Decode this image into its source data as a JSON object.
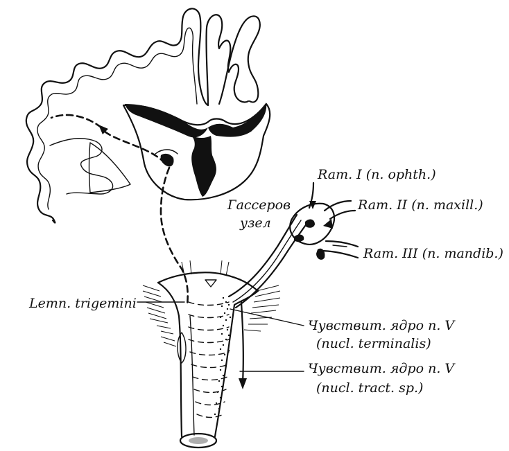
{
  "labels": {
    "ram1": "Ram. I (n. ophth.)",
    "ram2": "Ram. II (n. maxill.)",
    "ram3": "Ram. III (n. mandib.)",
    "gasser_line1": "Гассеров",
    "gasser_line2": "узел",
    "lemniscus": "Lemn. trigemini",
    "nucleus_terminalis_line1": "Чувствит. ядро n. V",
    "nucleus_terminalis_line2": "(nucl. terminalis)",
    "nucleus_tract_line1": "Чувствит. ядро n. V",
    "nucleus_tract_line2": "(nucl. tract. sp.)"
  },
  "colors": {
    "ink": "#111111",
    "background": "#ffffff"
  }
}
